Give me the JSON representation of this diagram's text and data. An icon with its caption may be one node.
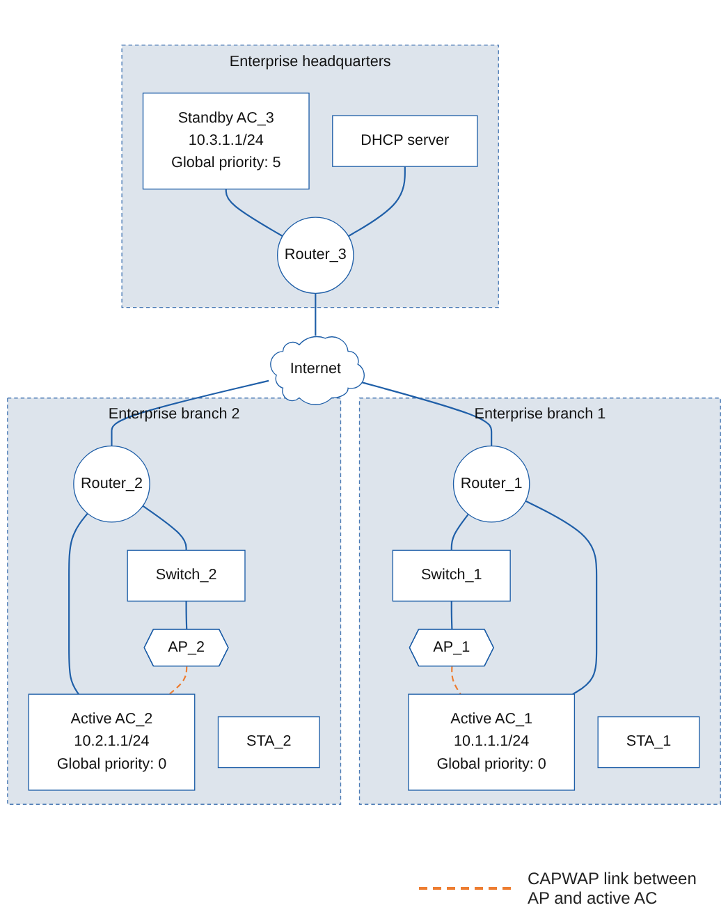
{
  "diagram": {
    "nodes": [
      {
        "text": [
          "Enterprise headquarters"
        ]
      },
      {
        "text": [
          "Standby AC_3",
          "10.3.1.1/24",
          "Global priority: 5"
        ],
        "in": 0
      },
      {
        "text": [
          "DHCP server"
        ],
        "in": 0
      },
      {
        "text": [
          "Router_3"
        ],
        "in": 0
      },
      {
        "text": [
          "Internet"
        ]
      },
      {
        "text": [
          "Enterprise branch 1"
        ]
      },
      {
        "text": [
          "Active AC_1",
          "10.1.1.1/24",
          "Global priority: 0"
        ],
        "in": 5
      },
      {
        "text": [
          "Router_1"
        ],
        "in": 5
      },
      {
        "text": [
          "Switch_1"
        ],
        "in": 5
      },
      {
        "text": [
          "AP_1"
        ],
        "in": 5
      },
      {
        "text": [
          "STA_1"
        ],
        "in": 5
      },
      {
        "text": [
          "Enterprise branch 2"
        ]
      },
      {
        "text": [
          "Router_2"
        ],
        "in": 11
      },
      {
        "text": [
          "Active AC_2",
          "10.2.1.1/24",
          "Global priority: 0"
        ],
        "in": 11
      },
      {
        "text": [
          "Switch_2"
        ],
        "in": 11
      },
      {
        "text": [
          "AP_2"
        ],
        "in": 11
      },
      {
        "text": [
          "STA_2"
        ],
        "in": 11
      }
    ],
    "edges": [
      {
        "from": 1,
        "to": 3,
        "arrow": "none"
      },
      {
        "from": 2,
        "to": 3,
        "arrow": "none"
      },
      {
        "from": 3,
        "to": 4,
        "arrow": "none"
      },
      {
        "from": 4,
        "to": 7,
        "arrow": "none"
      },
      {
        "from": 4,
        "to": 12,
        "arrow": "none"
      },
      {
        "from": 6,
        "to": 7,
        "arrow": "none"
      },
      {
        "from": 7,
        "to": 8,
        "arrow": "none"
      },
      {
        "from": 8,
        "to": 9,
        "arrow": "none"
      },
      {
        "from": 9,
        "to": 6,
        "arrow": "none",
        "style": "dashed",
        "color": "#ed7d31"
      },
      {
        "from": 12,
        "to": 13,
        "arrow": "none"
      },
      {
        "from": 12,
        "to": 14,
        "arrow": "none"
      },
      {
        "from": 14,
        "to": 15,
        "arrow": "none"
      },
      {
        "from": 15,
        "to": 13,
        "arrow": "none",
        "style": "dashed",
        "color": "#ed7d31"
      }
    ],
    "legend": [
      {
        "text": "CAPWAP link between AP and active AC"
      }
    ]
  }
}
